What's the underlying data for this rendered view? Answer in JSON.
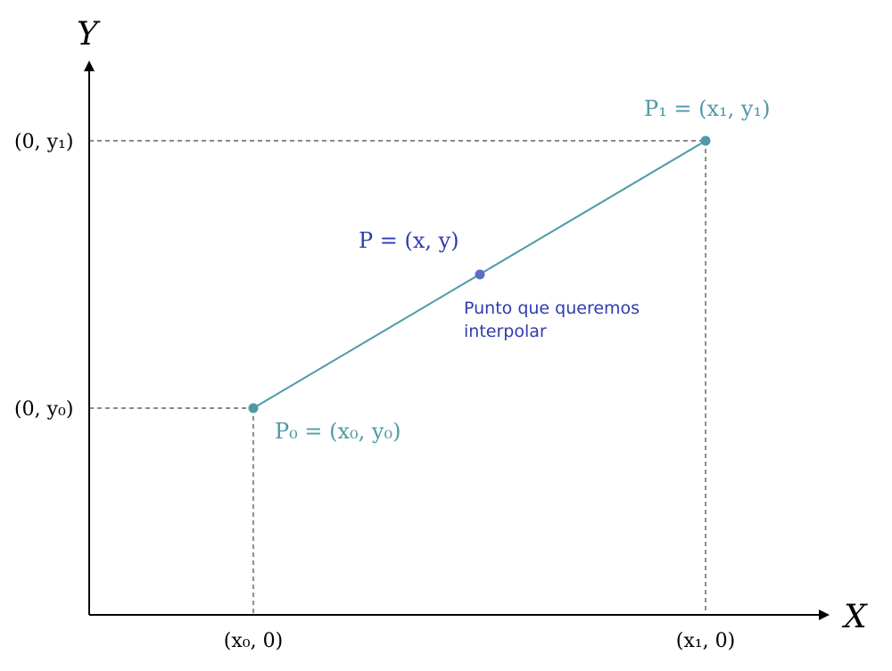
{
  "axes": {
    "x_name": "X",
    "y_name": "Y"
  },
  "ticks": {
    "x0": "(x₀, 0)",
    "x1": "(x₁, 0)",
    "y0": "(0, y₀)",
    "y1": "(0, y₁)"
  },
  "points": {
    "p0": "P₀ = (x₀, y₀)",
    "p1": "P₁ = (x₁, y₁)",
    "p": "P = (x, y)"
  },
  "annotation": {
    "line1": "Punto que queremos",
    "line2": "interpolar"
  },
  "colors": {
    "segment": "#4e9aa6",
    "interp_point": "#5b6fc7",
    "annotation": "#2f3bb0",
    "axis": "#000000",
    "guide": "#444444"
  }
}
